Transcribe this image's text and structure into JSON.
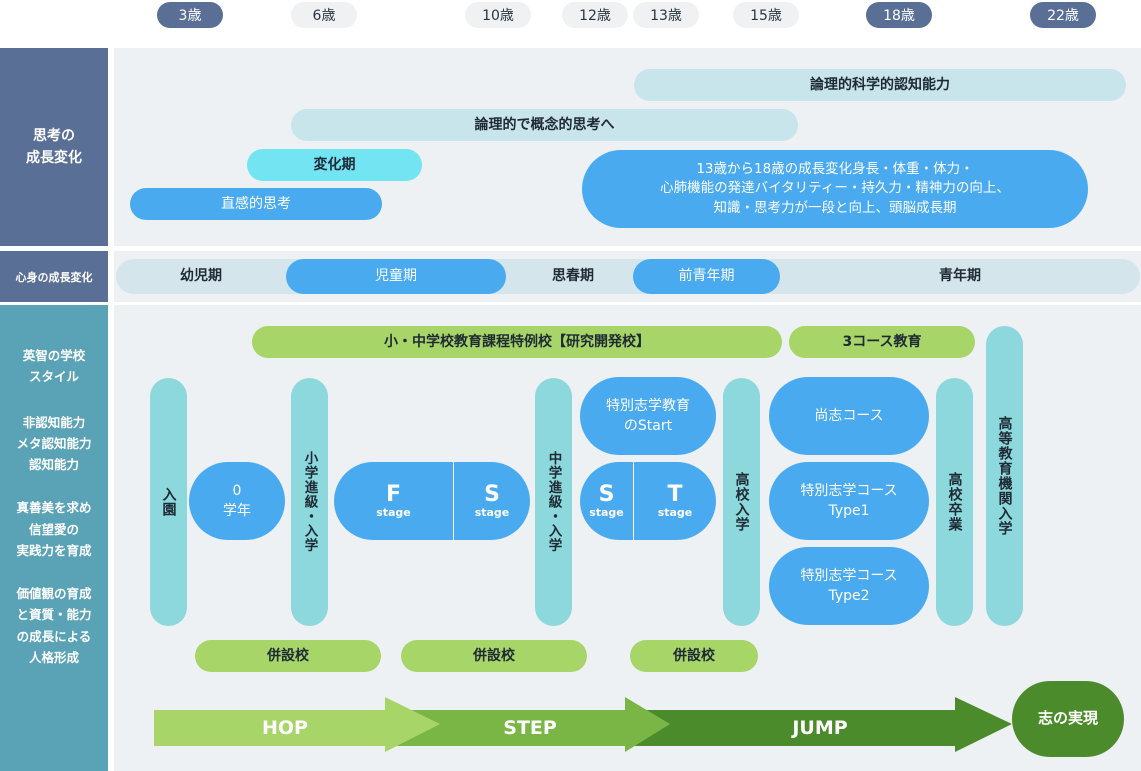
{
  "ages": [
    {
      "label": "3歳",
      "dark": true
    },
    {
      "label": "6歳",
      "dark": false
    },
    {
      "label": "10歳",
      "dark": false
    },
    {
      "label": "12歳",
      "dark": false
    },
    {
      "label": "13歳",
      "dark": false
    },
    {
      "label": "15歳",
      "dark": false
    },
    {
      "label": "18歳",
      "dark": true
    },
    {
      "label": "22歳",
      "dark": true
    }
  ],
  "sidebar": {
    "thinking": "思考の\n成長変化",
    "mindbody": "心身の成長変化",
    "style": "英智の学校\nスタイル",
    "abilities": "非認知能力\nメタ認知能力\n認知能力",
    "truth": "真善美を求め\n信望愛の\n実践力を育成",
    "values": "価値観の育成\nと資質・能力\nの成長による\n人格形成"
  },
  "thinking": {
    "scientific": "論理的科学的認知能力",
    "logical": "論理的で概念的思考へ",
    "change": "変化期",
    "intuitive": "直感的思考",
    "growth": "13歳から18歳の成長変化身長・体重・体力・\n心肺機能の発達バイタリティー・持久力・精神力の向上、\n知識・思考力が一段と向上、頭脳成長期"
  },
  "periods": {
    "infant": "幼児期",
    "child": "児童期",
    "puberty": "思春期",
    "pre_youth": "前青年期",
    "youth": "青年期"
  },
  "school": {
    "special_school": "小・中学校教育課程特例校【研究開発校】",
    "three_course": "3コース教育",
    "entry": "入園",
    "zero_year": "0\n学年",
    "primary_entry": "小学進級・入学",
    "f_stage": "F",
    "s_stage": "S",
    "stage_word": "stage",
    "junior_entry": "中学進級・入学",
    "special_start": "特別志学教育\nのStart",
    "t_stage": "T",
    "high_entry": "高校入学",
    "shoushi_course": "尚志コース",
    "type1": "特別志学コース\nType1",
    "type2": "特別志学コース\nType2",
    "high_grad": "高校卒業",
    "higher_ed": "高等教育機関入学",
    "annex": "併設校"
  },
  "arrows": {
    "hop": "HOP",
    "step": "STEP",
    "jump": "JUMP",
    "goal": "志の実現"
  },
  "colors": {
    "sidebar_top": "#5a6f96",
    "sidebar_bottom": "#5aa2b6",
    "blue": "#4aaaf0",
    "teal": "#8cd8dc",
    "green": "#a7d567",
    "dark_green": "#4c8b2b"
  }
}
